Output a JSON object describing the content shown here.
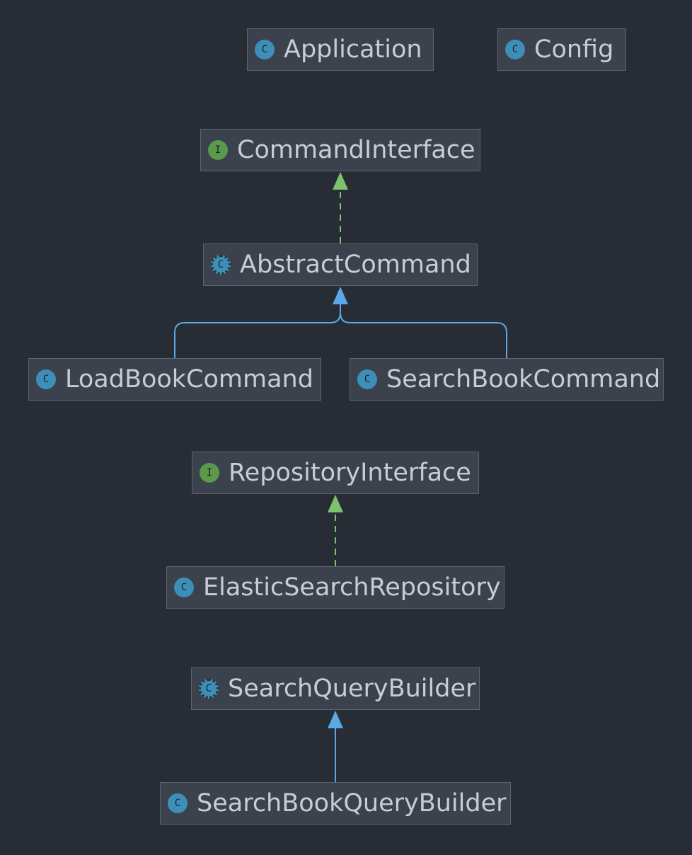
{
  "diagram": {
    "colors": {
      "background": "#282c34",
      "node_fill": "#3b414d",
      "node_border": "#5d6470",
      "text": "#c8ccd3",
      "class_badge": "#3d8fb8",
      "interface_badge": "#5a9a4a",
      "implements_edge": "#7cc36e",
      "extends_edge": "#5aa9e6"
    },
    "nodes": [
      {
        "id": "application",
        "label": "Application",
        "kind": "class",
        "badge": "C"
      },
      {
        "id": "config",
        "label": "Config",
        "kind": "class",
        "badge": "C"
      },
      {
        "id": "commandinterface",
        "label": "CommandInterface",
        "kind": "interface",
        "badge": "I"
      },
      {
        "id": "abstractcommand",
        "label": "AbstractCommand",
        "kind": "abstract-class",
        "badge": "C"
      },
      {
        "id": "loadbookcommand",
        "label": "LoadBookCommand",
        "kind": "class",
        "badge": "C"
      },
      {
        "id": "searchbookcommand",
        "label": "SearchBookCommand",
        "kind": "class",
        "badge": "C"
      },
      {
        "id": "repositoryinterface",
        "label": "RepositoryInterface",
        "kind": "interface",
        "badge": "I"
      },
      {
        "id": "elasticsearchrepository",
        "label": "ElasticSearchRepository",
        "kind": "class",
        "badge": "C"
      },
      {
        "id": "searchquerybuilder",
        "label": "SearchQueryBuilder",
        "kind": "abstract-class",
        "badge": "C"
      },
      {
        "id": "searchbookquerybuilder",
        "label": "SearchBookQueryBuilder",
        "kind": "class",
        "badge": "C"
      }
    ],
    "edges": [
      {
        "from": "abstractcommand",
        "to": "commandinterface",
        "type": "implements"
      },
      {
        "from": "loadbookcommand",
        "to": "abstractcommand",
        "type": "extends"
      },
      {
        "from": "searchbookcommand",
        "to": "abstractcommand",
        "type": "extends"
      },
      {
        "from": "elasticsearchrepository",
        "to": "repositoryinterface",
        "type": "implements"
      },
      {
        "from": "searchbookquerybuilder",
        "to": "searchquerybuilder",
        "type": "extends"
      }
    ]
  }
}
